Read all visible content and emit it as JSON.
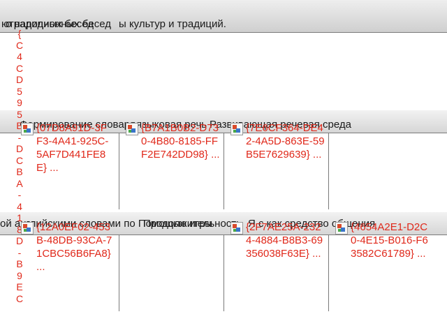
{
  "slide": {
    "band1_overlap": [
      "ютрадиционных бесед",
      "о народных бесед",
      "ы культур и традиций."
    ],
    "band2_overlap": [
      "Формирование словаря",
      "языковая речь",
      "Развивающая речевая среда"
    ],
    "band3_overlap": [
      "ой английскими словами по Помощью игры",
      "Продолжительность",
      "Я с как средство общения"
    ],
    "vertical_guid_chars": [
      "{",
      "C",
      "4",
      "C",
      "D",
      "5",
      "9",
      "5",
      "B",
      "-",
      "D",
      "C",
      "B",
      "A",
      "-",
      "4",
      "1",
      "8",
      "D",
      "-",
      "B",
      "9",
      "E",
      "C"
    ],
    "broken_images": [
      {
        "text": "{07D8A91D-3FF3-4A41-925C-5AF7D441FE8E} ..."
      },
      {
        "text": "{B7A1B0B2-D730-4B80-8185-FFF2E742DD98} ..."
      },
      {
        "text": "{7E6CF364-DE42-4A5D-863E-59B5E7629639} ..."
      },
      {
        "text": "{12A0EF02-453B-48DB-93CA-71CBC56B6FA8} ..."
      },
      {
        "text": "{2F7AE25A-2324-4884-B8B3-69356038F63E} ..."
      },
      {
        "text": "{4654A2E1-D2C0-4E15-B016-F63582C61789} ..."
      }
    ],
    "broken_icon": "broken-image-icon",
    "text_color": "#1a1a1a",
    "error_color": "#e0281a"
  }
}
